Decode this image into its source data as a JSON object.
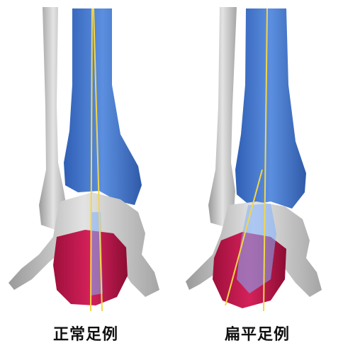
{
  "panels": [
    {
      "caption": "正常足例",
      "condition": "normal"
    },
    {
      "caption": "扁平足例",
      "condition": "flatfoot"
    }
  ],
  "colors": {
    "tibia": "#4a79cc",
    "fibula_and_foot_bones": "#c9c9c9",
    "calcaneus": "#c0154a",
    "talus_highlight": "#7fb0ff",
    "axis_line": "#f2d64a"
  }
}
